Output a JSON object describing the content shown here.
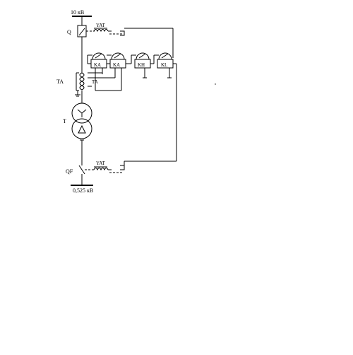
{
  "diagram": {
    "labels": {
      "bus_hv": "10 кВ",
      "breaker": "Q",
      "yat_top": "YAT",
      "ct": "TA",
      "ct_inner": "TA",
      "transformer": "T",
      "breaker_lv": "QF",
      "yat_bottom": "YAT",
      "bus_lv": "0,525 кВ",
      "relay_ka1": "KA",
      "relay_ka2": "KA",
      "relay_kh": "KH",
      "relay_kl": "KL"
    }
  }
}
